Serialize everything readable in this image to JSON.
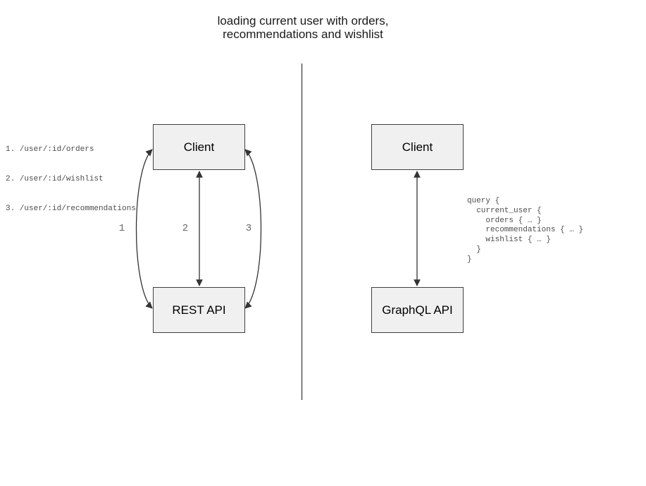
{
  "title": {
    "line1": "loading current user with orders,",
    "line2": "recommendations and wishlist"
  },
  "rest_panel": {
    "endpoints": [
      "1. /user/:id/orders",
      "2. /user/:id/wishlist",
      "3. /user/:id/recommendations"
    ],
    "client_label": "Client",
    "api_label": "REST API",
    "arrow_labels": [
      "1",
      "2",
      "3"
    ]
  },
  "graphql_panel": {
    "client_label": "Client",
    "api_label": "GraphQL API",
    "query_lines": [
      "query {",
      "  current_user {",
      "    orders { … }",
      "    recommendations { … }",
      "    wishlist { … }",
      "  }",
      "}"
    ]
  },
  "colors": {
    "box_fill": "#f0f0f0",
    "box_border": "#404040",
    "connector": "#333333",
    "divider": "#555555",
    "code_text": "#4d4d4d",
    "label_text": "#666666"
  }
}
